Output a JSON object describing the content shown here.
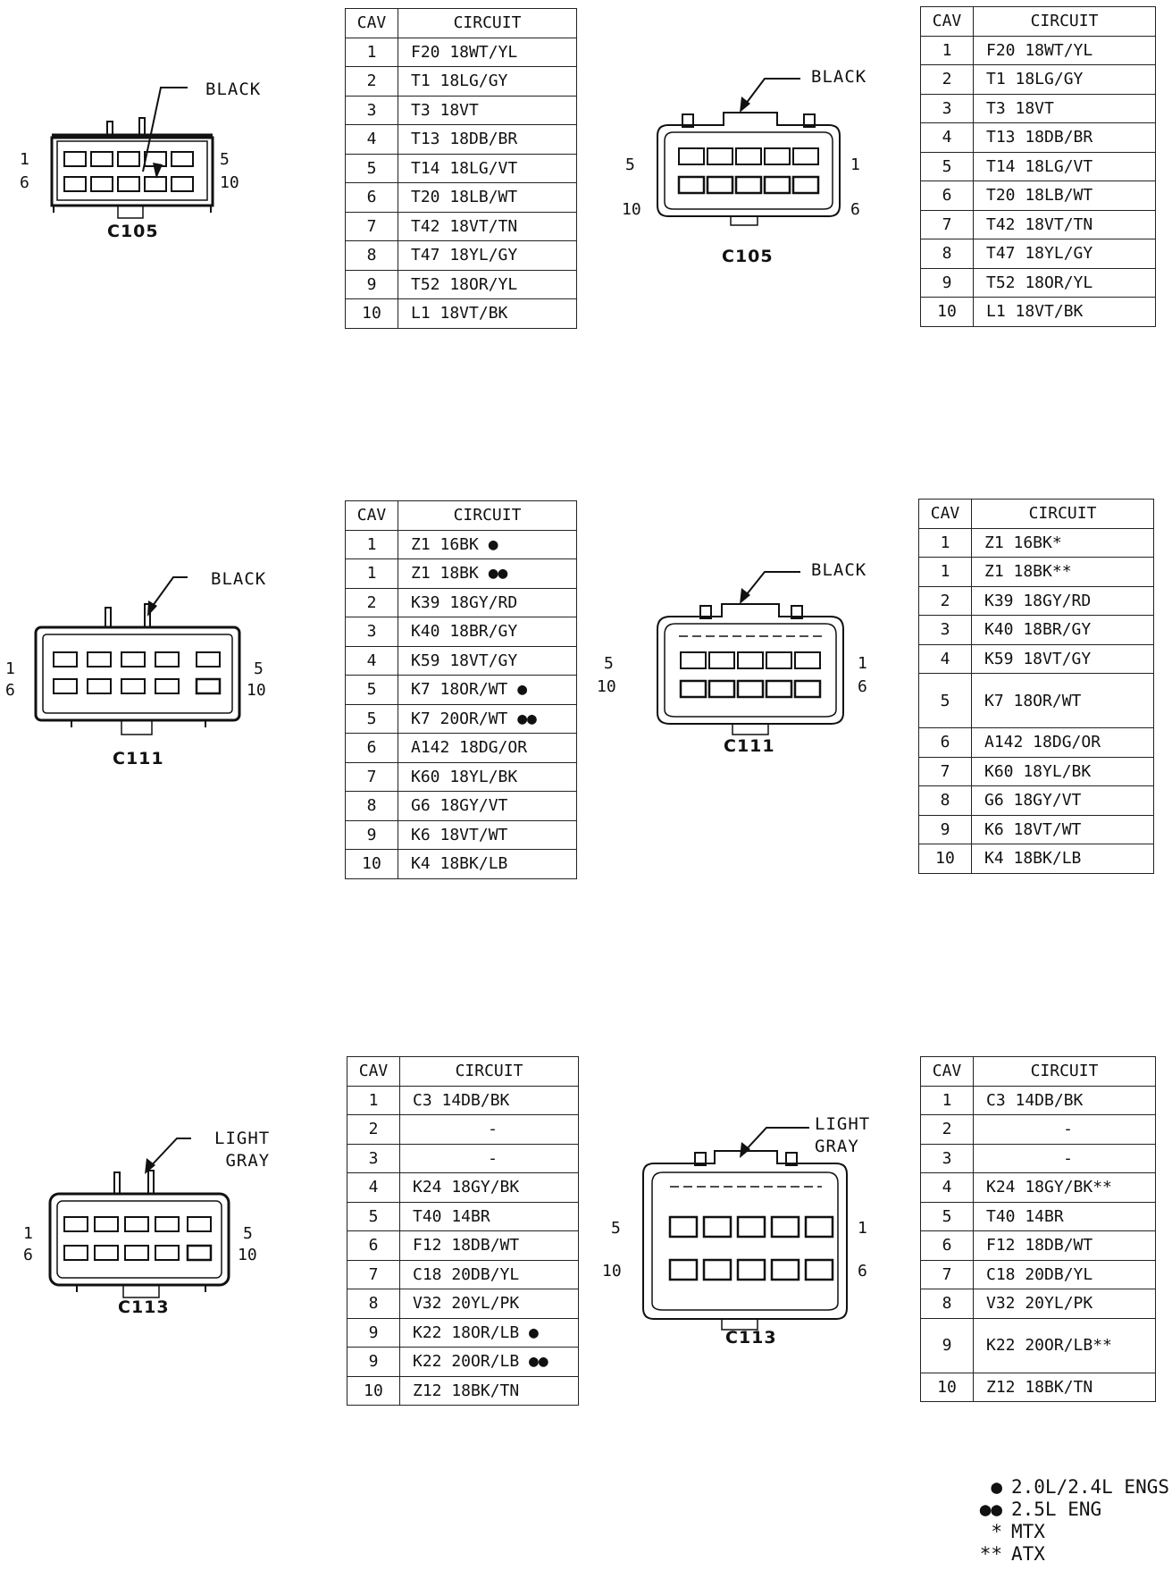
{
  "connectors": [
    {
      "id": "c105_left",
      "name": "C105",
      "color_label": "BLACK",
      "pins": {
        "top_left": "1",
        "bottom_left": "6",
        "top_right": "5",
        "bottom_right": "10"
      },
      "columns": {
        "cav": "CAV",
        "circuit": "CIRCUIT"
      },
      "rows": [
        {
          "cav": "1",
          "circuit": "F20 18WT/YL"
        },
        {
          "cav": "2",
          "circuit": "T1 18LG/GY"
        },
        {
          "cav": "3",
          "circuit": "T3 18VT"
        },
        {
          "cav": "4",
          "circuit": "T13 18DB/BR"
        },
        {
          "cav": "5",
          "circuit": "T14 18LG/VT"
        },
        {
          "cav": "6",
          "circuit": "T20 18LB/WT"
        },
        {
          "cav": "7",
          "circuit": "T42 18VT/TN"
        },
        {
          "cav": "8",
          "circuit": "T47 18YL/GY"
        },
        {
          "cav": "9",
          "circuit": "T52 18OR/YL"
        },
        {
          "cav": "10",
          "circuit": "L1 18VT/BK"
        }
      ]
    },
    {
      "id": "c105_right",
      "name": "C105",
      "color_label": "BLACK",
      "pins": {
        "top_left": "5",
        "bottom_left": "10",
        "top_right": "1",
        "bottom_right": "6"
      },
      "columns": {
        "cav": "CAV",
        "circuit": "CIRCUIT"
      },
      "rows": [
        {
          "cav": "1",
          "circuit": "F20 18WT/YL"
        },
        {
          "cav": "2",
          "circuit": "T1 18LG/GY"
        },
        {
          "cav": "3",
          "circuit": "T3 18VT"
        },
        {
          "cav": "4",
          "circuit": "T13 18DB/BR"
        },
        {
          "cav": "5",
          "circuit": "T14 18LG/VT"
        },
        {
          "cav": "6",
          "circuit": "T20 18LB/WT"
        },
        {
          "cav": "7",
          "circuit": "T42 18VT/TN"
        },
        {
          "cav": "8",
          "circuit": "T47 18YL/GY"
        },
        {
          "cav": "9",
          "circuit": "T52 18OR/YL"
        },
        {
          "cav": "10",
          "circuit": "L1 18VT/BK"
        }
      ]
    },
    {
      "id": "c111_left",
      "name": "C111",
      "color_label": "BLACK",
      "pins": {
        "top_left": "1",
        "bottom_left": "6",
        "top_right": "5",
        "bottom_right": "10"
      },
      "columns": {
        "cav": "CAV",
        "circuit": "CIRCUIT"
      },
      "rows": [
        {
          "cav": "1",
          "circuit": "Z1 16BK ●"
        },
        {
          "cav": "1",
          "circuit": "Z1 18BK ●●"
        },
        {
          "cav": "2",
          "circuit": "K39 18GY/RD"
        },
        {
          "cav": "3",
          "circuit": "K40 18BR/GY"
        },
        {
          "cav": "4",
          "circuit": "K59 18VT/GY"
        },
        {
          "cav": "5",
          "circuit": "K7 18OR/WT ●"
        },
        {
          "cav": "5",
          "circuit": "K7 20OR/WT ●●"
        },
        {
          "cav": "6",
          "circuit": "A142 18DG/OR"
        },
        {
          "cav": "7",
          "circuit": "K60 18YL/BK"
        },
        {
          "cav": "8",
          "circuit": "G6 18GY/VT"
        },
        {
          "cav": "9",
          "circuit": "K6 18VT/WT"
        },
        {
          "cav": "10",
          "circuit": "K4 18BK/LB"
        }
      ]
    },
    {
      "id": "c111_right",
      "name": "C111",
      "color_label": "BLACK",
      "pins": {
        "top_left": "5",
        "bottom_left": "10",
        "top_right": "1",
        "bottom_right": "6"
      },
      "columns": {
        "cav": "CAV",
        "circuit": "CIRCUIT"
      },
      "rows": [
        {
          "cav": "1",
          "circuit": "Z1 16BK*"
        },
        {
          "cav": "1",
          "circuit": "Z1 18BK**"
        },
        {
          "cav": "2",
          "circuit": "K39 18GY/RD"
        },
        {
          "cav": "3",
          "circuit": "K40 18BR/GY"
        },
        {
          "cav": "4",
          "circuit": "K59 18VT/GY"
        },
        {
          "cav": "5",
          "circuit": "K7 18OR/WT",
          "tall": true
        },
        {
          "cav": "6",
          "circuit": "A142 18DG/OR"
        },
        {
          "cav": "7",
          "circuit": "K60 18YL/BK"
        },
        {
          "cav": "8",
          "circuit": "G6 18GY/VT"
        },
        {
          "cav": "9",
          "circuit": "K6 18VT/WT"
        },
        {
          "cav": "10",
          "circuit": "K4 18BK/LB"
        }
      ]
    },
    {
      "id": "c113_left",
      "name": "C113",
      "color_label": "LIGHT\nGRAY",
      "pins": {
        "top_left": "1",
        "bottom_left": "6",
        "top_right": "5",
        "bottom_right": "10"
      },
      "columns": {
        "cav": "CAV",
        "circuit": "CIRCUIT"
      },
      "rows": [
        {
          "cav": "1",
          "circuit": "C3 14DB/BK"
        },
        {
          "cav": "2",
          "circuit": "-",
          "center": true
        },
        {
          "cav": "3",
          "circuit": "-",
          "center": true
        },
        {
          "cav": "4",
          "circuit": "K24 18GY/BK"
        },
        {
          "cav": "5",
          "circuit": "T40 14BR"
        },
        {
          "cav": "6",
          "circuit": "F12 18DB/WT"
        },
        {
          "cav": "7",
          "circuit": "C18 20DB/YL"
        },
        {
          "cav": "8",
          "circuit": "V32 20YL/PK"
        },
        {
          "cav": "9",
          "circuit": "K22 18OR/LB ●"
        },
        {
          "cav": "9",
          "circuit": "K22 20OR/LB ●●"
        },
        {
          "cav": "10",
          "circuit": "Z12 18BK/TN"
        }
      ]
    },
    {
      "id": "c113_right",
      "name": "C113",
      "color_label": "LIGHT\nGRAY",
      "pins": {
        "top_left": "5",
        "bottom_left": "10",
        "top_right": "1",
        "bottom_right": "6"
      },
      "columns": {
        "cav": "CAV",
        "circuit": "CIRCUIT"
      },
      "rows": [
        {
          "cav": "1",
          "circuit": "C3 14DB/BK"
        },
        {
          "cav": "2",
          "circuit": "-",
          "center": true
        },
        {
          "cav": "3",
          "circuit": "-",
          "center": true
        },
        {
          "cav": "4",
          "circuit": "K24 18GY/BK**"
        },
        {
          "cav": "5",
          "circuit": "T40 14BR"
        },
        {
          "cav": "6",
          "circuit": "F12 18DB/WT"
        },
        {
          "cav": "7",
          "circuit": "C18 20DB/YL"
        },
        {
          "cav": "8",
          "circuit": "V32 20YL/PK"
        },
        {
          "cav": "9",
          "circuit": "K22 20OR/LB**",
          "tall": true
        },
        {
          "cav": "10",
          "circuit": "Z12 18BK/TN"
        }
      ]
    }
  ],
  "legend": [
    {
      "symbol": "●",
      "text": "2.0L/2.4L ENGS"
    },
    {
      "symbol": "●●",
      "text": "2.5L ENG"
    },
    {
      "symbol": "*",
      "text": "MTX"
    },
    {
      "symbol": "**",
      "text": "ATX"
    }
  ]
}
